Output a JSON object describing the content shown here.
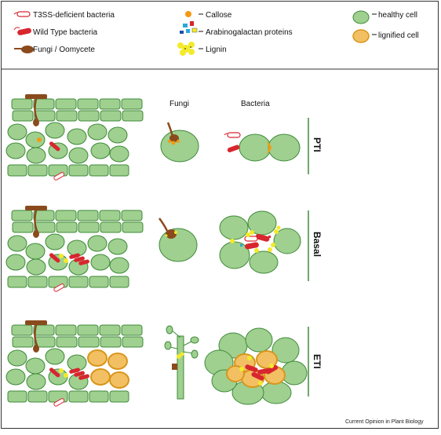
{
  "legend": {
    "t3ss_bacteria": "T3SS-deficient bacteria",
    "wild_type_bacteria": "Wild Type bacteria",
    "fungi_oomycete": "Fungi / Oomycete",
    "callose": "Callose",
    "arabinogalactan": "Arabinogalactan proteins",
    "lignin": "Lignin",
    "healthy_cell": "healthy cell",
    "lignified_cell": "lignified cell"
  },
  "headers": {
    "fungi": "Fungi",
    "bacteria": "Bacteria"
  },
  "rows": [
    {
      "label": "PTI"
    },
    {
      "label": "Basal"
    },
    {
      "label": "ETI"
    }
  ],
  "credit": "Current Opinion in Plant Biology",
  "colors": {
    "healthy_fill": "#9fd08f",
    "healthy_stroke": "#3f8a3a",
    "lignified_fill": "#f2c063",
    "lignified_stroke": "#d9961c",
    "fungus": "#8b4a1c",
    "bacteria_red": "#d8262e",
    "lignin_yellow": "#f3ea2a",
    "callose_orange": "#f39a12",
    "row_line": "#3f8a3a"
  }
}
